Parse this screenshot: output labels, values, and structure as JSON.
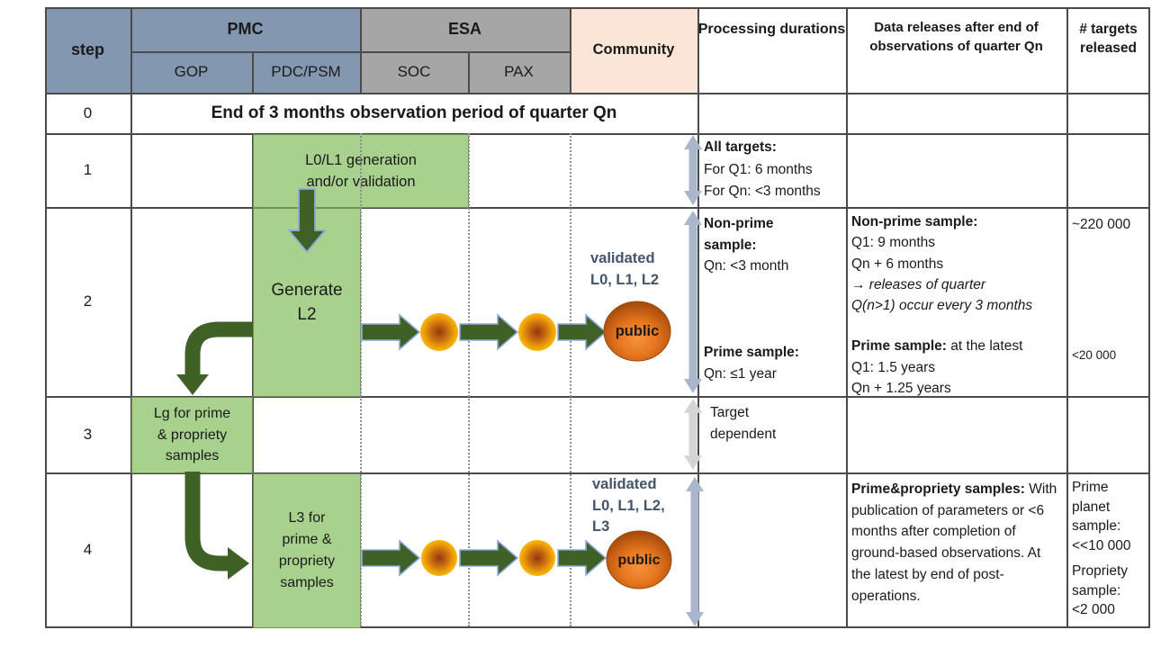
{
  "colors": {
    "header_blue": "#8497b0",
    "header_gray": "#a6a6a6",
    "community_bg": "#fbe5d6",
    "box_green": "#a9d18e",
    "arrow_dark_green": "#3f6126",
    "arrow_blue_outline": "#8ea9db",
    "double_arrow_blue": "#a9b6cc",
    "double_arrow_gray": "#d4d4d4",
    "sphere_orange": "#e8781f",
    "dot_gold": "#fdc100",
    "validated_text": "#44546a"
  },
  "header": {
    "step": "step",
    "pmc": "PMC",
    "gop": "GOP",
    "pdc_psm": "PDC/PSM",
    "esa": "ESA",
    "soc": "SOC",
    "pax": "PAX",
    "community": "Community",
    "processing": "Processing durations",
    "data_releases": "Data releases after end of observations of quarter Qn",
    "targets": "# targets released"
  },
  "row0": {
    "step": "0",
    "text": "End of 3 months observation period of quarter Qn"
  },
  "row1": {
    "step": "1",
    "box": "L0/L1 generation\nand/or validation",
    "proc_title": "All targets:",
    "proc_l1": "For Q1: 6 months",
    "proc_l2": "For Qn: <3 months"
  },
  "row2": {
    "step": "2",
    "box": "Generate\nL2",
    "validated": "validated\nL0, L1, L2",
    "public": "public",
    "proc_np_title": "Non-prime\nsample:",
    "proc_np": "Qn: <3 month",
    "proc_p_title": "Prime sample:",
    "proc_p": "Qn: ≤1 year",
    "rel_np_title": "Non-prime sample:",
    "rel_np_l1": "Q1: 9 months",
    "rel_np_l2": "Qn + 6 months",
    "rel_np_i1": "→ releases of quarter",
    "rel_np_i2": "Q(n>1) occur every 3 months",
    "rel_p_title": "Prime sample:",
    "rel_p_rest": " at the latest",
    "rel_p_l1": "Q1: 1.5 years",
    "rel_p_l2": "Qn + 1.25 years",
    "targets_np": "~220 000",
    "targets_p": "<20 000"
  },
  "row3": {
    "step": "3",
    "box": "Lg for prime\n& propriety\nsamples",
    "proc": "Target\ndependent"
  },
  "row4": {
    "step": "4",
    "box": "L3 for\nprime &\npropriety\nsamples",
    "validated": "validated\nL0, L1, L2,\nL3",
    "public": "public",
    "rel_title": "Prime&propriety samples:",
    "rel_text": "With publication of parameters or <6 months after completion of ground-based observations. At the latest by end of post-operations.",
    "targets_prime": "Prime\nplanet\nsample:\n<<10 000",
    "targets_prop": "Propriety\nsample:\n<2 000"
  }
}
